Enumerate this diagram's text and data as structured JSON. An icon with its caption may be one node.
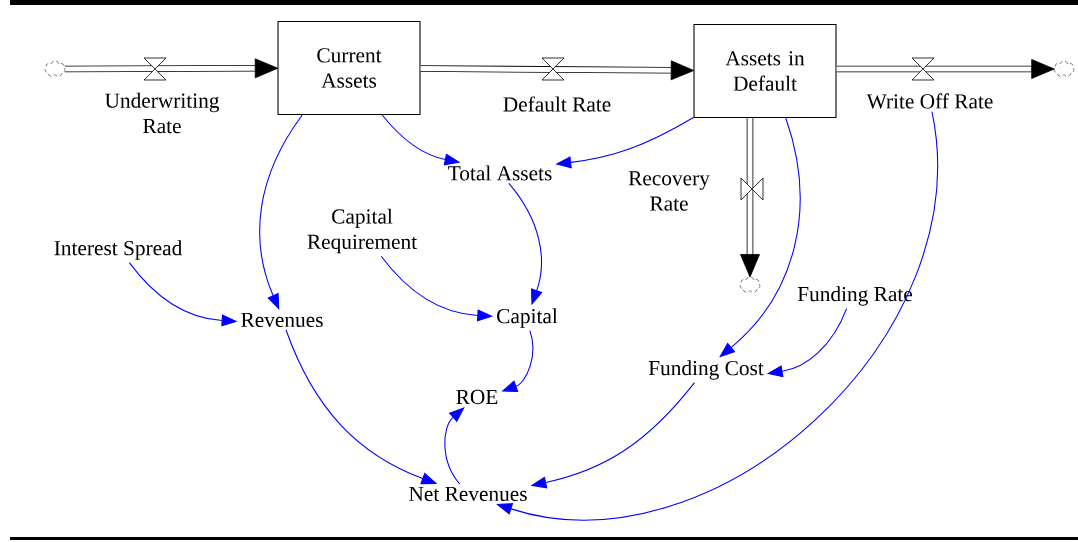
{
  "diagram": {
    "nodes": [
      {
        "text": [],
        "shape": "cloud"
      },
      {
        "text": [
          "Current Assets"
        ]
      },
      {
        "text": [
          "Underwriting Rate"
        ]
      },
      {
        "text": [
          "Assets in Default"
        ]
      },
      {
        "text": [
          "Default Rate"
        ]
      },
      {
        "text": [],
        "shape": "cloud"
      },
      {
        "text": [
          "Write Off Rate"
        ]
      },
      {
        "text": [
          "Total Assets"
        ]
      },
      {
        "text": [
          "Recovery Rate"
        ]
      },
      {
        "text": [],
        "shape": "cloud"
      },
      {
        "text": [
          "Capital Requirement"
        ]
      },
      {
        "text": [
          "Interest Spread"
        ]
      },
      {
        "text": [
          "Revenues"
        ]
      },
      {
        "text": [
          "Capital"
        ]
      },
      {
        "text": [
          "Funding Rate"
        ]
      },
      {
        "text": [
          "Funding Cost"
        ]
      },
      {
        "text": [
          "ROE"
        ]
      },
      {
        "text": [
          "Net Revenues"
        ]
      }
    ],
    "edges": [
      {
        "from": 0,
        "to": 1,
        "arrow": "to",
        "style": "thick",
        "color": "#000000"
      },
      {
        "from": 1,
        "to": 3,
        "arrow": "to",
        "style": "thick",
        "color": "#000000"
      },
      {
        "from": 3,
        "to": 5,
        "arrow": "to",
        "style": "thick",
        "color": "#000000"
      },
      {
        "from": 3,
        "to": 9,
        "arrow": "to",
        "style": "thick",
        "color": "#000000"
      },
      {
        "from": 1,
        "to": 7,
        "arrow": "to"
      },
      {
        "from": 3,
        "to": 7,
        "arrow": "to"
      },
      {
        "from": 1,
        "to": 12,
        "arrow": "to"
      },
      {
        "from": 11,
        "to": 12,
        "arrow": "to"
      },
      {
        "from": 10,
        "to": 13,
        "arrow": "to"
      },
      {
        "from": 7,
        "to": 13,
        "arrow": "to"
      },
      {
        "from": 13,
        "to": 16,
        "arrow": "to"
      },
      {
        "from": 12,
        "to": 17,
        "arrow": "to"
      },
      {
        "from": 17,
        "to": 16,
        "arrow": "to"
      },
      {
        "from": 15,
        "to": 17,
        "arrow": "to"
      },
      {
        "from": 3,
        "to": 15,
        "arrow": "to"
      },
      {
        "from": 14,
        "to": 15,
        "arrow": "to"
      },
      {
        "from": 6,
        "to": 17,
        "arrow": "to"
      }
    ]
  }
}
